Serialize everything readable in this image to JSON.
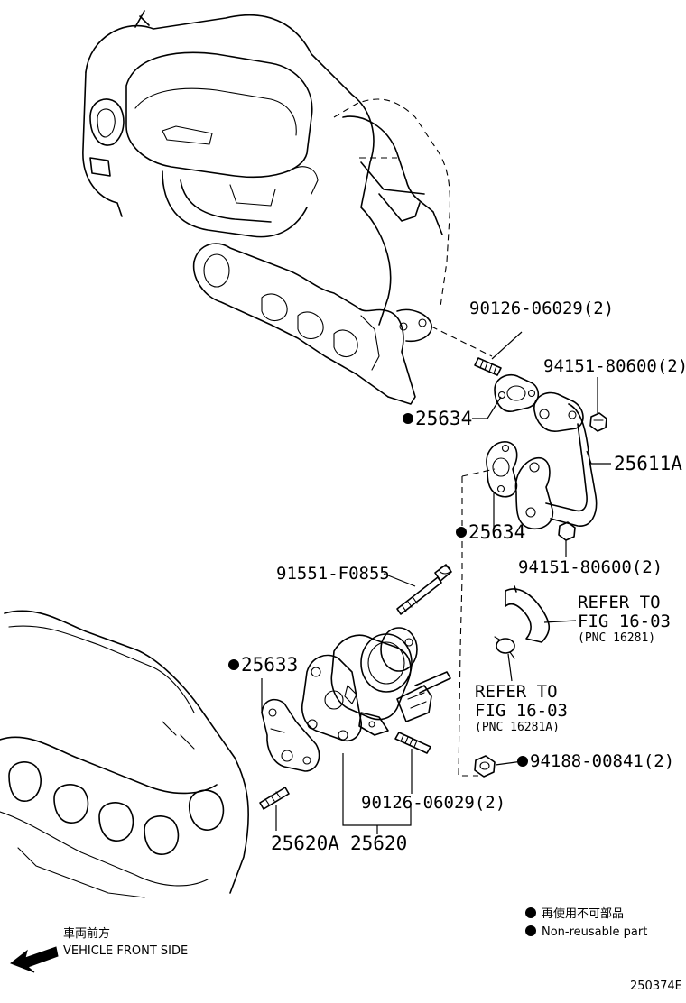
{
  "parts": {
    "stud_upper": "90126-06029(2)",
    "nut_upper": "94151-80600(2)",
    "gasket_upper": "25634",
    "pipe": "25611A",
    "gasket_middle": "25634",
    "nut_lower": "94151-80600(2)",
    "bolt": "91551-F0855",
    "gasket_valve": "25633",
    "nut_flange": "94188-00841(2)",
    "stud_lower": "90126-06029(2)",
    "stud_plate": "25620A",
    "egr_valve": "25620"
  },
  "refs": {
    "ref1_line1": "REFER TO",
    "ref1_line2": "FIG 16-03",
    "ref1_line3": "(PNC 16281)",
    "ref2_line1": "REFER TO",
    "ref2_line2": "FIG 16-03",
    "ref2_line3": "(PNC 16281A)"
  },
  "legend": {
    "jp": "再使用不可部品",
    "en": "Non-reusable part"
  },
  "orientation": {
    "jp": "車両前方",
    "en": "VEHICLE FRONT SIDE"
  },
  "figure_id": "250374E"
}
